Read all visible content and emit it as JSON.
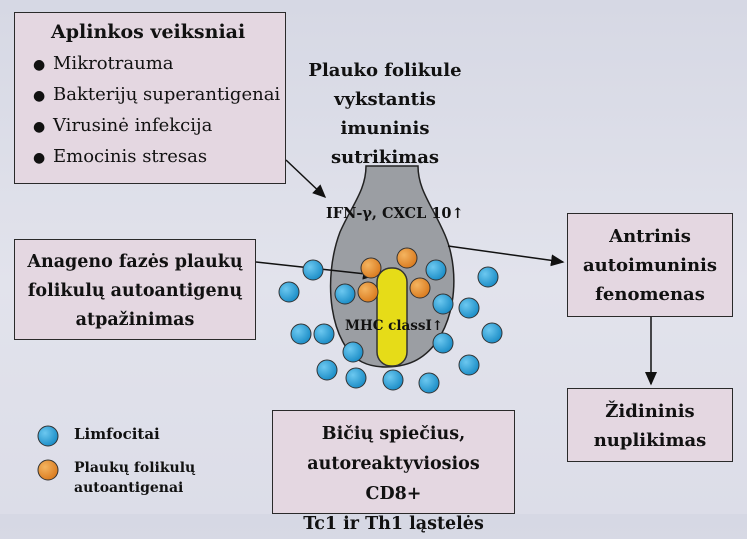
{
  "environment": {
    "title": "Aplinkos veiksniai",
    "items": [
      "Mikrotrauma",
      "Bakterijų superantigenai",
      "Virusinė infekcija",
      "Emocinis stresas"
    ]
  },
  "follicle_title": [
    "Plauko folikule",
    "vykstantis",
    "imuninis",
    "sutrikimas"
  ],
  "ifn_label": "IFN-γ, CXCL 10↑",
  "mhc_label": "MHC classI↑",
  "anagen": [
    "Anageno fazės plaukų",
    "folikulų autoantigenų",
    "atpažinimas"
  ],
  "antrinis": [
    "Antrinis",
    "autoimuninis",
    "fenomenas"
  ],
  "zidininis": [
    "Židininis",
    "nuplikimas"
  ],
  "bitiu": [
    "Bičių spiečius,",
    "autoreaktyviosios CD8+",
    "Tc1 ir Th1 ląstelės"
  ],
  "legend": {
    "lymphocytes": "Limfocitai",
    "autoantigens": [
      "Plaukų folikulų",
      "autoantigenai"
    ]
  },
  "colors": {
    "box_fill": "#e4d7e1",
    "follicle_fill": "#9b9ea3",
    "shaft_fill": "#e6dc18",
    "lymphocyte_fill": "#2a9fd6",
    "autoantigen_fill": "#e08a2c"
  }
}
